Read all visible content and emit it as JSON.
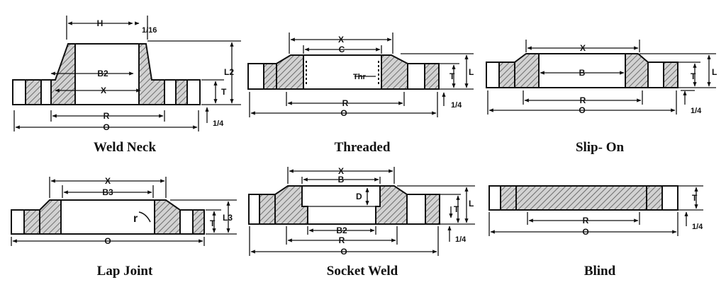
{
  "title": "Flange Types",
  "flanges": [
    {
      "name": "Weld Neck",
      "labels": {
        "H": "H",
        "gap": "1/16",
        "B2": "B2",
        "X": "X",
        "L2": "L2",
        "T": "T",
        "R": "R",
        "O": "O",
        "base": "1/4"
      }
    },
    {
      "name": "Threaded",
      "labels": {
        "X": "X",
        "C": "C",
        "Thr": "Thr",
        "T": "T",
        "L": "L",
        "R": "R",
        "O": "O",
        "base": "1/4"
      }
    },
    {
      "name": "Slip- On",
      "labels": {
        "X": "X",
        "B": "B",
        "T": "T",
        "L": "L",
        "R": "R",
        "O": "O",
        "base": "1/4"
      }
    },
    {
      "name": "Lap Joint",
      "labels": {
        "X": "X",
        "B3": "B3",
        "r": "r",
        "T": "T",
        "L3": "L3",
        "O": "O"
      }
    },
    {
      "name": "Socket Weld",
      "labels": {
        "X": "X",
        "B": "B",
        "D": "D",
        "L": "L",
        "T": "T",
        "B2": "B2",
        "R": "R",
        "O": "O",
        "base": "1/4"
      }
    },
    {
      "name": "Blind",
      "labels": {
        "T": "T",
        "R": "R",
        "O": "O",
        "base": "1/4"
      }
    }
  ]
}
